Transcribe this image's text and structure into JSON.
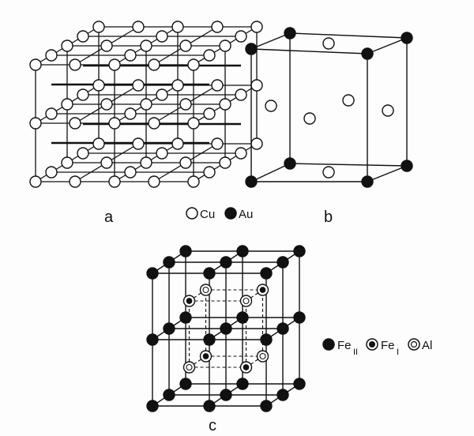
{
  "panels": {
    "a": {
      "label": "a"
    },
    "b": {
      "label": "b"
    },
    "c": {
      "label": "c"
    }
  },
  "legend_ab": {
    "cu": "Cu",
    "au": "Au"
  },
  "legend_c": {
    "fe2_base": "Fe",
    "fe2_sub": "II",
    "fe1_base": "Fe",
    "fe1_sub": "I",
    "al": "Al"
  },
  "colors": {
    "line": "#111111",
    "fill_dark": "#111111",
    "fill_light": "#ffffff"
  }
}
